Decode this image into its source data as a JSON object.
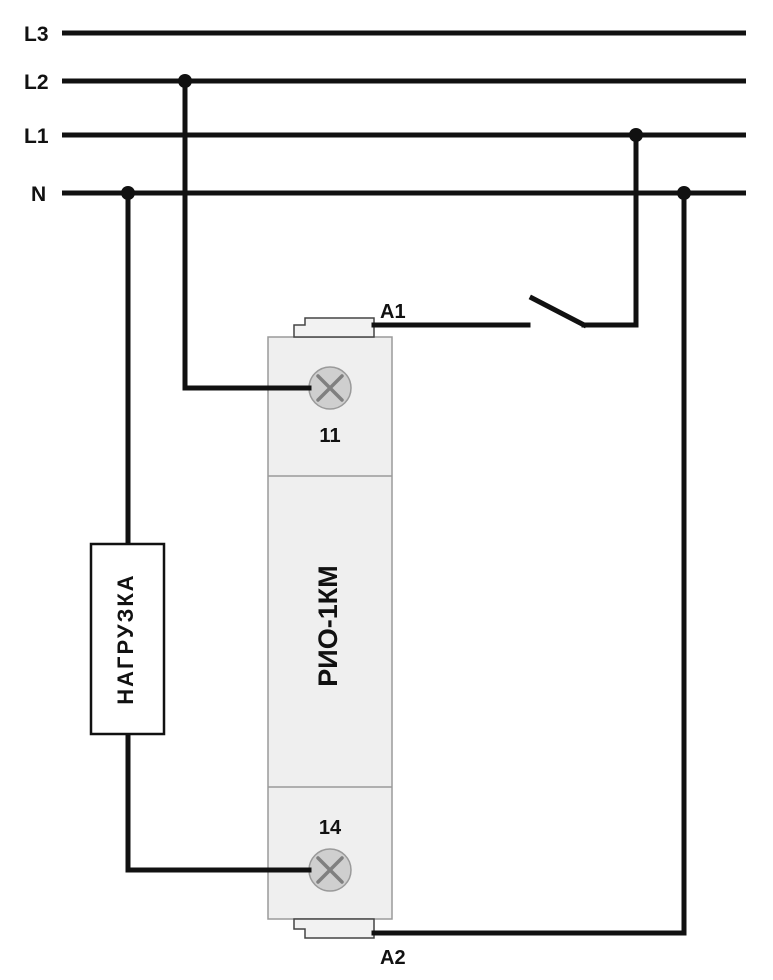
{
  "buses": [
    {
      "id": "L3",
      "label": "L3"
    },
    {
      "id": "L2",
      "label": "L2"
    },
    {
      "id": "L1",
      "label": "L1"
    },
    {
      "id": "N",
      "label": "N"
    }
  ],
  "device": {
    "name": "РИО-1КМ",
    "terminals": {
      "a1": "A1",
      "a2": "A2",
      "t11": "11",
      "t14": "14"
    }
  },
  "load": {
    "label": "НАГРУЗКА"
  }
}
